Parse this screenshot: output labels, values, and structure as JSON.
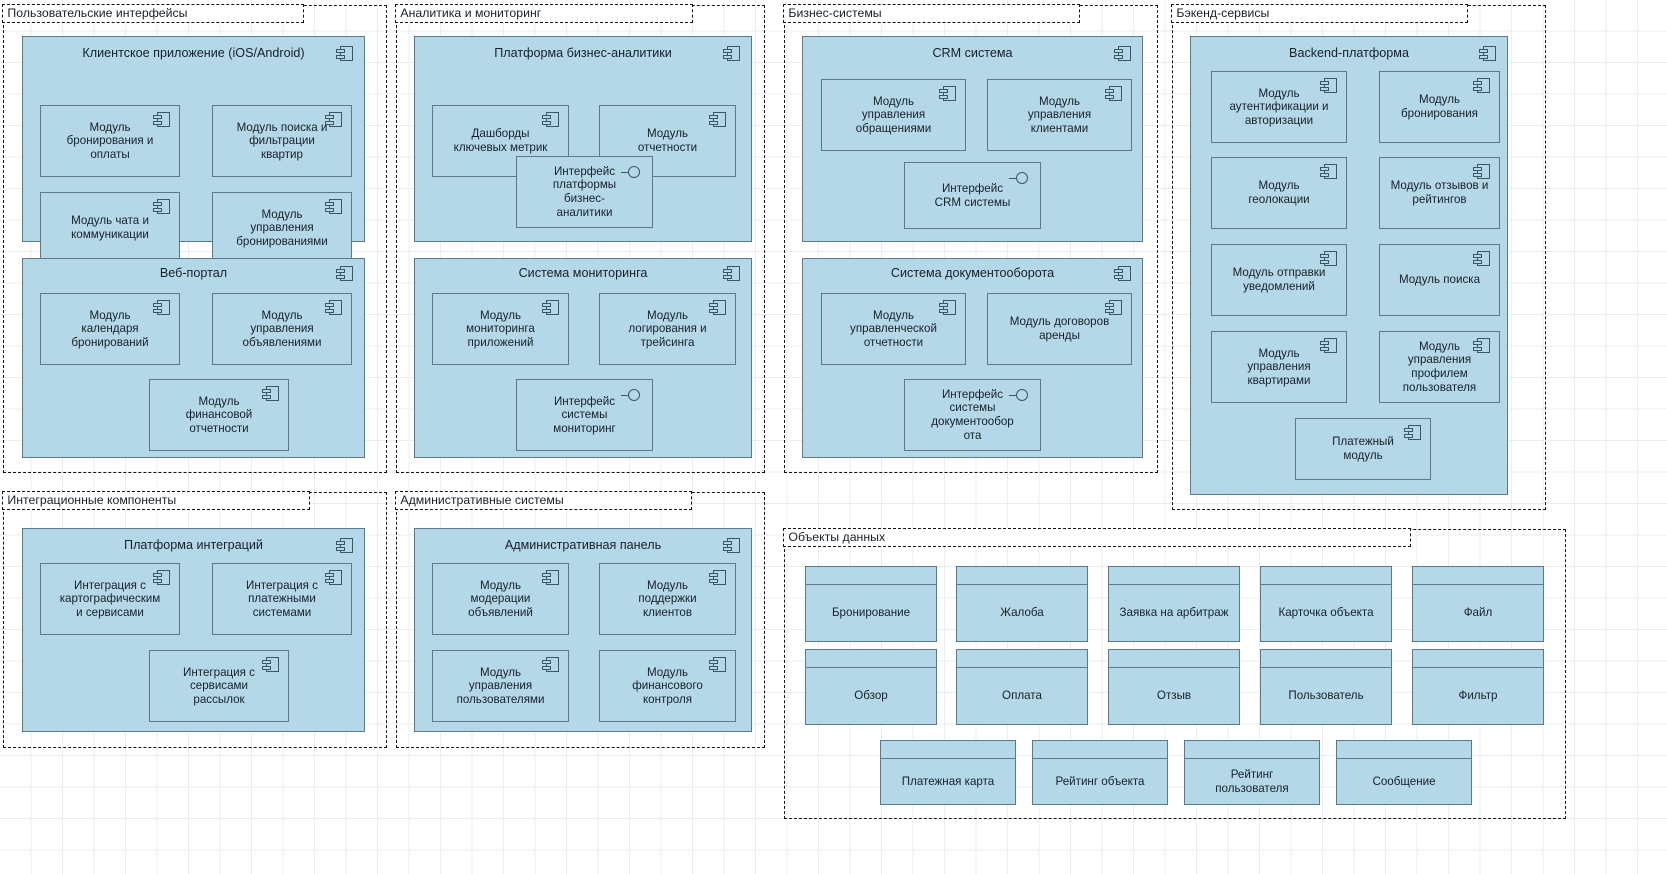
{
  "diagram": {
    "type": "uml-component-diagram",
    "icons": {
      "component": "component-icon",
      "interface": "provided-interface-lollipop-icon"
    }
  },
  "groups": [
    {
      "id": "ui",
      "label": "Пользовательские интерфейсы"
    },
    {
      "id": "analytics",
      "label": "Аналитика и мониторинг"
    },
    {
      "id": "business",
      "label": "Бизнес-системы"
    },
    {
      "id": "backend",
      "label": "Бэкенд-сервисы"
    },
    {
      "id": "integration",
      "label": "Интеграционные компоненты"
    },
    {
      "id": "admin",
      "label": "Административные системы"
    },
    {
      "id": "data",
      "label": "Объекты данных"
    }
  ],
  "components": [
    {
      "id": "client-app",
      "title": "Клиентское приложение (iOS/Android)"
    },
    {
      "id": "web-portal",
      "title": "Веб-портал"
    },
    {
      "id": "bi-platform",
      "title": "Платформа бизнес-аналитики"
    },
    {
      "id": "monitoring",
      "title": "Система мониторинга"
    },
    {
      "id": "crm",
      "title": "CRM система"
    },
    {
      "id": "docflow",
      "title": "Система документооборота"
    },
    {
      "id": "backend-platform",
      "title": "Backend-платформа"
    },
    {
      "id": "integration-platform",
      "title": "Платформа интеграций"
    },
    {
      "id": "admin-panel",
      "title": "Административная панель"
    }
  ],
  "modules": {
    "client_app": [
      "Модуль\nбронирования и\nоплаты",
      "Модуль поиска и\nфильтрации\nквартир",
      "Модуль чата и\nкоммуникации",
      "Модуль\nуправления\nбронированиями"
    ],
    "web_portal": [
      "Модуль\nкалендаря\nбронирований",
      "Модуль\nуправления\nобъявлениями",
      "Модуль\nфинансовой\nотчетности"
    ],
    "bi_platform": [
      "Дашборды\nключевых метрик",
      "Модуль\nотчетности"
    ],
    "bi_interface": "Интерфейс\nплатформы\nбизнес-\nаналитики",
    "monitoring": [
      "Модуль\nмониторинга\nприложений",
      "Модуль\nлогирования и\nтрейсинга"
    ],
    "monitoring_interface": "Интерфейс\nсистемы\nмониторинг",
    "crm": [
      "Модуль\nуправления\nобращениями",
      "Модуль\nуправления\nклиентами"
    ],
    "crm_interface": "Интерфейс\nCRM системы",
    "docflow": [
      "Модуль\nуправленческой\nотчетности",
      "Модуль договоров\nаренды"
    ],
    "docflow_interface": "Интерфейс\nсистемы\nдокументообор\nота",
    "backend": [
      "Модуль\nаутентификации и\nавторизации",
      "Модуль\nбронирования",
      "Модуль\nгеолокации",
      "Модуль отзывов и\nрейтингов",
      "Модуль отправки\nуведомлений",
      "Модуль поиска",
      "Модуль\nуправления\nквартирами",
      "Модуль\nуправления\nпрофилем\nпользователя",
      "Платежный\nмодуль"
    ],
    "integration": [
      "Интеграция с\nкартографическим\nи сервисами",
      "Интеграция с\nплатежными\nсистемами",
      "Интеграция с\nсервисами\nрассылок"
    ],
    "admin": [
      "Модуль\nмодерации\nобъявлений",
      "Модуль\nподдержки\nклиентов",
      "Модуль\nуправления\nпользователями",
      "Модуль\nфинансового\nконтроля"
    ]
  },
  "data_objects": [
    "Бронирование",
    "Жалоба",
    "Заявка на арбитраж",
    "Карточка объекта",
    "Файл",
    "Обзор",
    "Оплата",
    "Отзыв",
    "Пользователь",
    "Фильтр",
    "Платежная карта",
    "Рейтинг объекта",
    "Рейтинг\nпользователя",
    "Сообщение"
  ],
  "colors": {
    "component_fill": "#b4d8e7",
    "component_stroke": "#5a7a8c",
    "group_stroke": "#111111",
    "grid": "#e9eef1",
    "text": "#17202a"
  }
}
